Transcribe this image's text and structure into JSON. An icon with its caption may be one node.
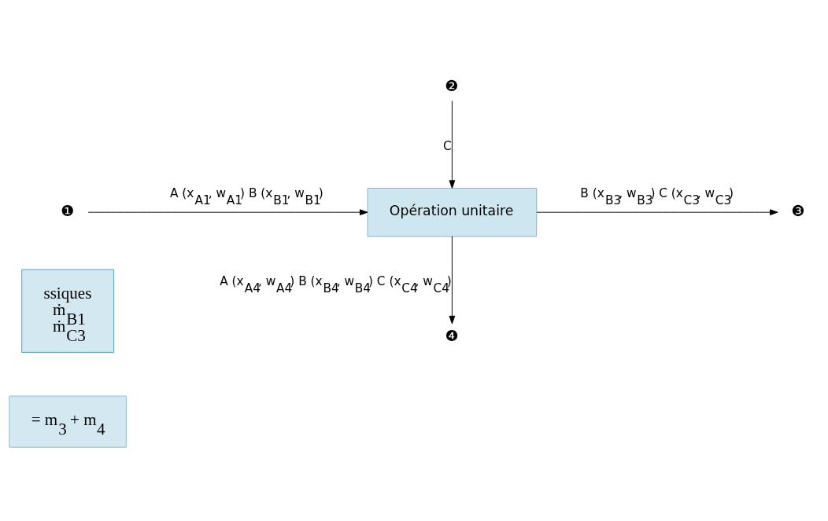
{
  "diagram": {
    "nodes": [
      {
        "text": [
          "= m$_{3}$ + m$_{4}$"
        ]
      },
      {
        "text": [
          "ssiques",
          "ṁ$_{B1}$",
          "ṁ$_{C3}$"
        ]
      },
      {
        "text": [
          "Opération unitaire"
        ]
      },
      {
        "text": [
          "❶"
        ]
      },
      {
        "text": [
          "❷"
        ]
      },
      {
        "text": [
          "❸"
        ]
      },
      {
        "text": [
          "❹"
        ]
      }
    ],
    "edges": [
      {
        "from": 3,
        "to": 2,
        "arrow": "to",
        "label": "A (x$_{A1}$, w$_{A1}$) B (x$_{B1}$, w$_{B1}$)"
      },
      {
        "from": 4,
        "to": 2,
        "arrow": "to",
        "label": "C"
      },
      {
        "from": 2,
        "to": 5,
        "arrow": "to",
        "label": "B (x$_{B3}$, w$_{B3}$) C (x$_{C3}$, w$_{C3}$)"
      },
      {
        "from": 2,
        "to": 6,
        "arrow": "to",
        "label": "A (x$_{A4}$, w$_{A4}$) B (x$_{B4}$, w$_{B4}$) C (x$_{C4}$, w$_{C4}$)"
      }
    ]
  }
}
